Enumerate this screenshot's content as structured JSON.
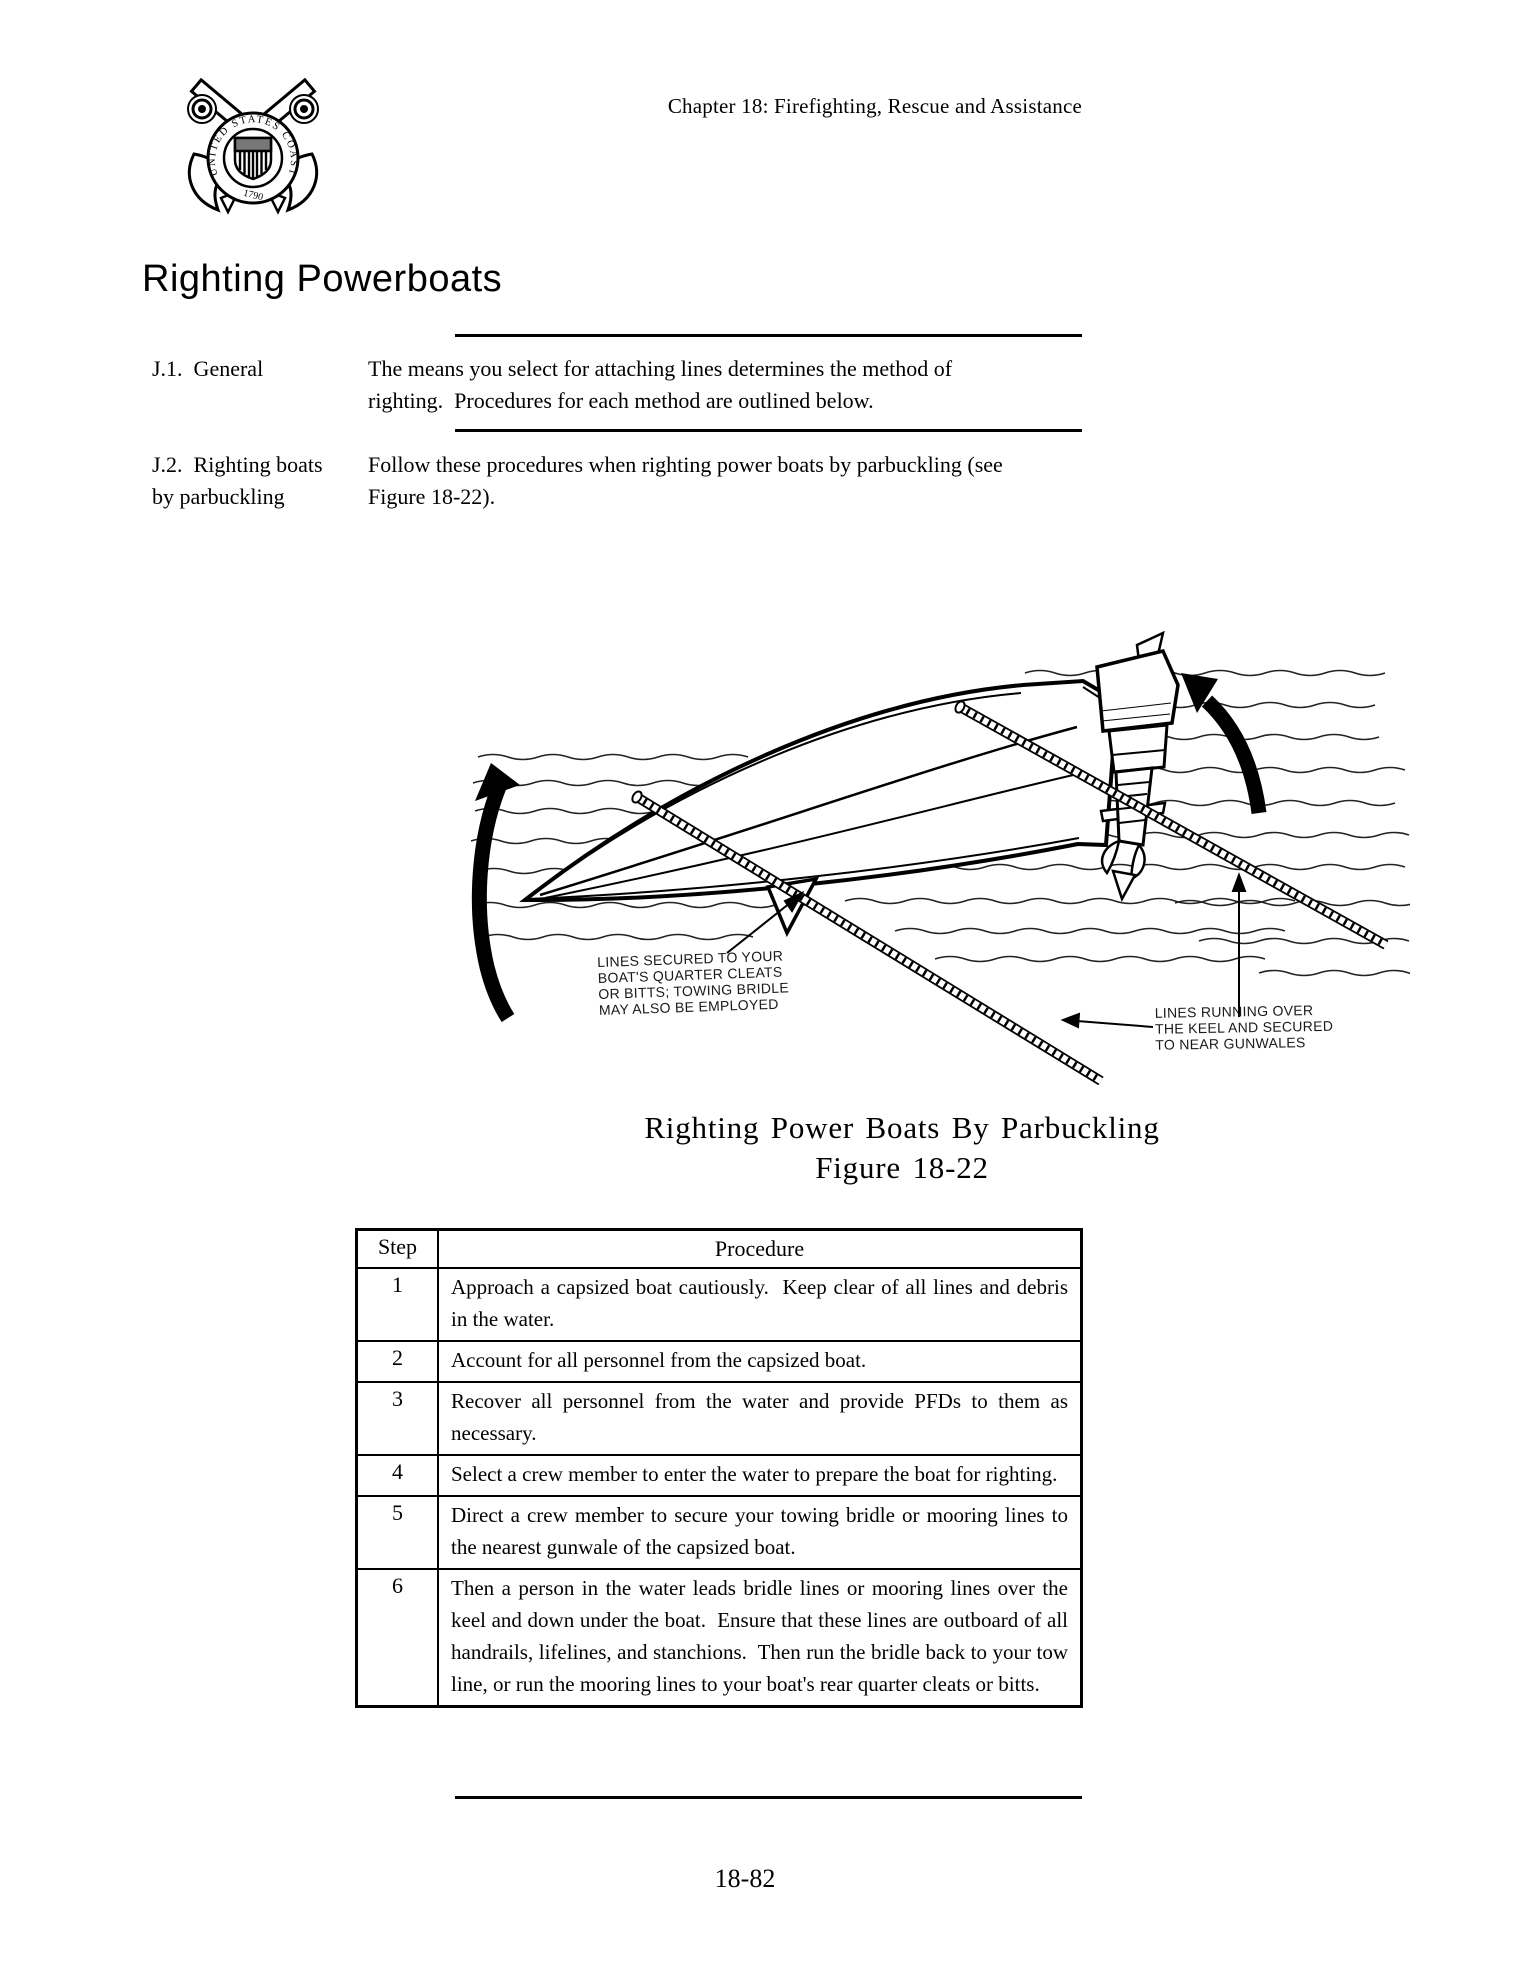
{
  "page": {
    "header": {
      "chapter_line": "Chapter 18:  Firefighting, Rescue and Assistance"
    },
    "logo": {
      "ring_text": "UNITED STATES COAST GUARD",
      "year": "1790"
    },
    "title": "Righting Powerboats",
    "sections": [
      {
        "label": "J.1.  General",
        "body": "The means you select for attaching lines determines the method of\nrighting.  Procedures for each method are outlined below."
      },
      {
        "label": "J.2.  Righting boats\nby parbuckling",
        "body": "Follow these procedures when righting power boats by parbuckling (see\nFigure 18-22)."
      }
    ],
    "figure": {
      "label_left": "LINES SECURED TO YOUR\nBOAT'S QUARTER CLEATS\nOR BITTS; TOWING BRIDLE\nMAY ALSO BE EMPLOYED",
      "label_right": "LINES RUNNING OVER\nTHE KEEL AND SECURED\nTO NEAR GUNWALES",
      "caption_line1": "Righting Power Boats By Parbuckling",
      "caption_line2": "Figure 18-22"
    },
    "table": {
      "headers": [
        "Step",
        "Procedure"
      ],
      "rows": [
        {
          "step": "1",
          "procedure": "Approach a capsized boat cautiously.  Keep clear of all lines and debris in the water."
        },
        {
          "step": "2",
          "procedure": "Account for all personnel from the capsized boat."
        },
        {
          "step": "3",
          "procedure": "Recover all personnel from the water and provide PFDs to them as necessary."
        },
        {
          "step": "4",
          "procedure": "Select a crew member to enter the water to prepare the boat for righting."
        },
        {
          "step": "5",
          "procedure": "Direct a crew member to secure your towing bridle or mooring lines to the nearest gunwale of the capsized boat."
        },
        {
          "step": "6",
          "procedure": "Then a person in the water leads bridle lines or mooring lines over the keel and down under the boat.  Ensure that these lines are outboard of all handrails, lifelines, and stanchions.  Then run the bridle back to your tow line, or run the mooring lines to your boat's rear quarter cleats or bitts."
        }
      ]
    },
    "footer": {
      "page_number": "18-82"
    }
  }
}
